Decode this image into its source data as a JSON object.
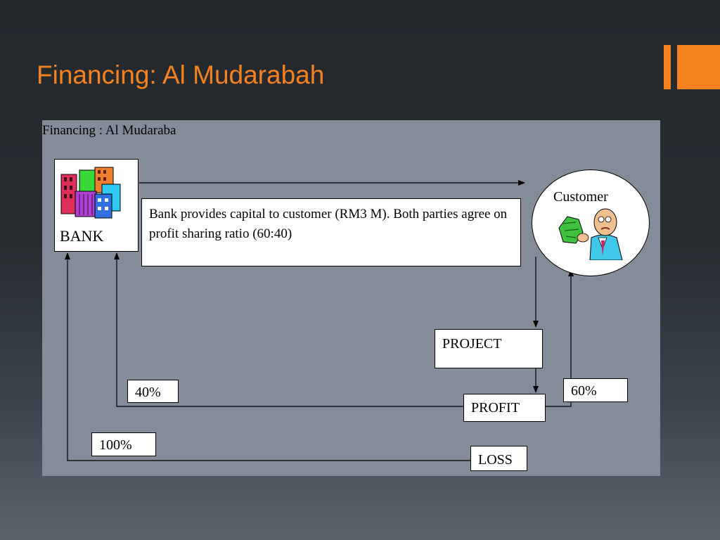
{
  "slide": {
    "title": "Financing: Al Mudarabah"
  },
  "diagram": {
    "title": "Financing : Al Mudaraba",
    "nodes": {
      "bank": {
        "label": "BANK",
        "icon": "bank-buildings-icon"
      },
      "customer": {
        "label": "Customer",
        "icon": "customer-with-money-icon"
      },
      "description": "Bank provides capital to customer (RM3 M). Both parties agree on profit sharing ratio (60:40)",
      "project": "PROJECT",
      "profit": "PROFIT",
      "loss": "LOSS"
    },
    "shares": {
      "bank_profit": "40%",
      "customer_profit": "60%",
      "bank_loss": "100%"
    }
  },
  "colors": {
    "accent": "#f5811f",
    "panel": "#858c99",
    "background": "#272c31"
  }
}
